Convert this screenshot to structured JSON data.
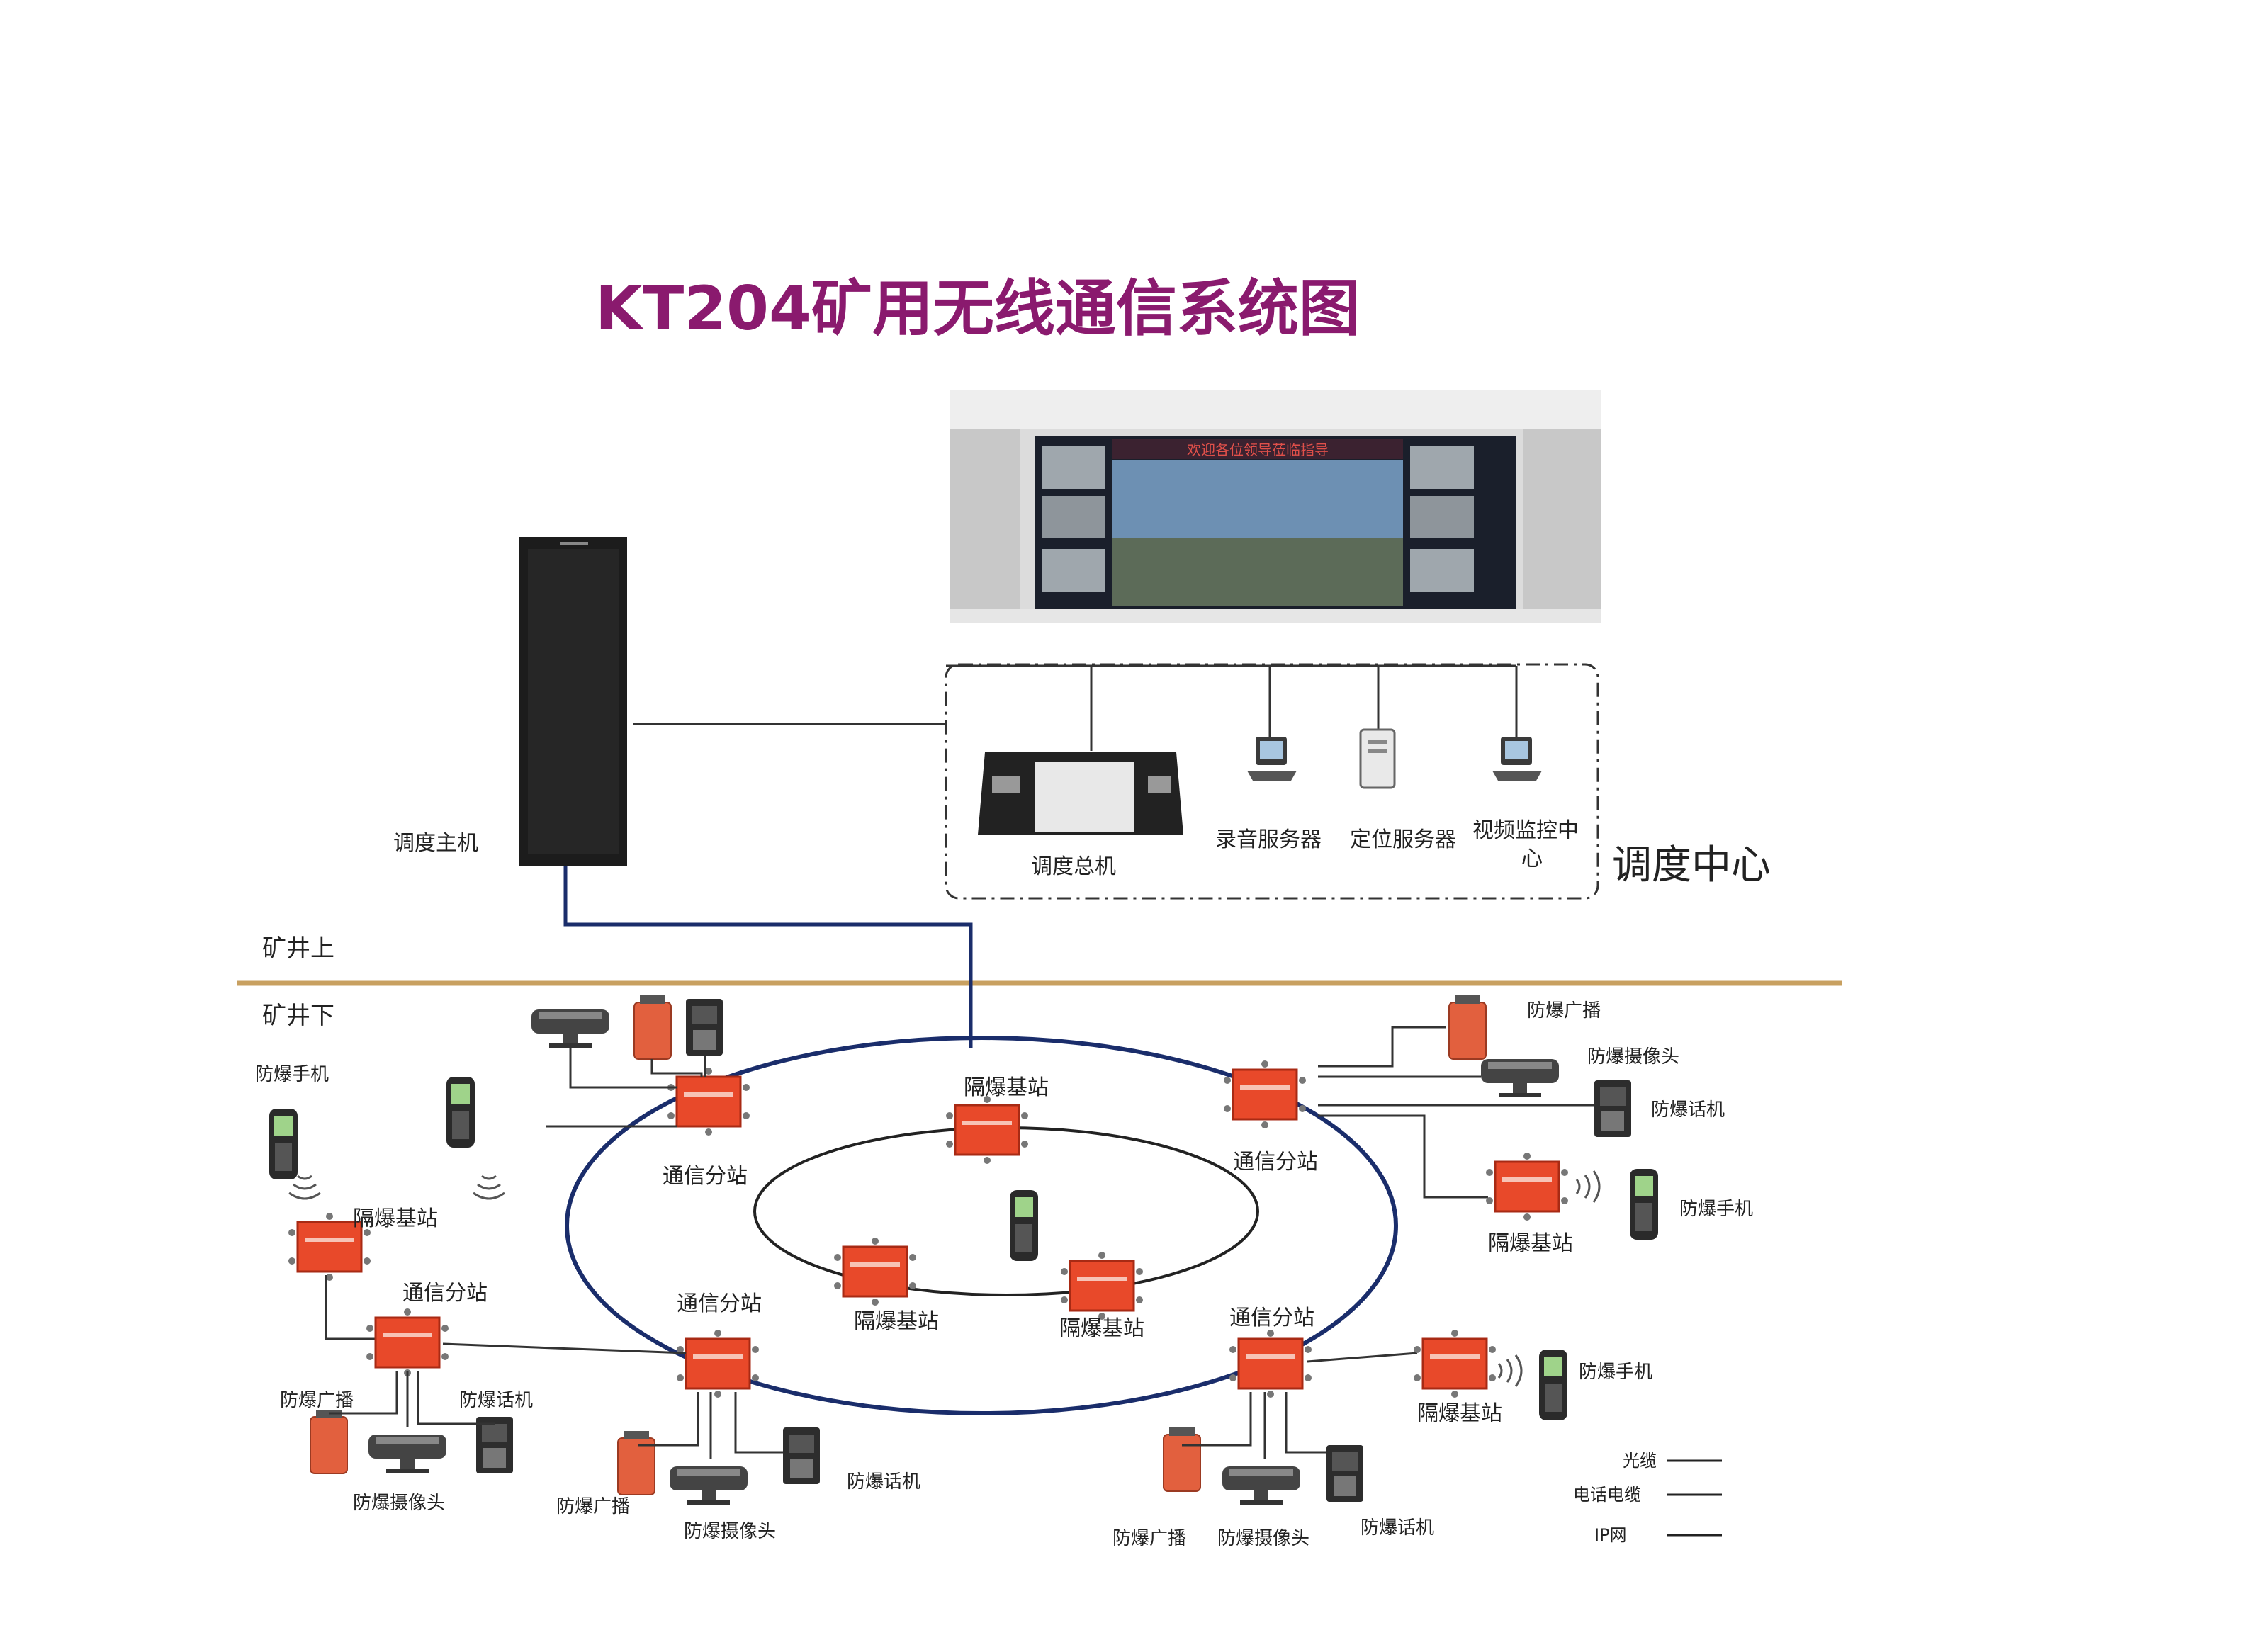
{
  "title": "KT204矿用无线通信系统图",
  "labels": {
    "dispatch_host": "调度主机",
    "dispatch_center": "调度中心",
    "dispatch_console": "调度总机",
    "recording_server": "录音服务器",
    "positioning_server": "定位服务器",
    "video_center_line1": "视频监控中",
    "video_center_line2": "心",
    "above_ground": "矿井上",
    "below_ground": "矿井下",
    "video_wall_banner": "欢迎各位领导莅临指导"
  },
  "nodes": {
    "base_station": "隔爆基站",
    "comm_substation": "通信分站",
    "handset": "防爆手机",
    "broadcast": "防爆广播",
    "camera": "防爆摄像头",
    "phone": "防爆话机"
  },
  "legend": [
    {
      "label": "光缆"
    },
    {
      "label": "电话电缆"
    },
    {
      "label": "IP网"
    }
  ],
  "colors": {
    "title": "#8a1a6e",
    "station": "#e8492a",
    "ring": "#1a2d6b",
    "ground_line": "#c8a060",
    "cabinet": "#1c1c1c"
  }
}
